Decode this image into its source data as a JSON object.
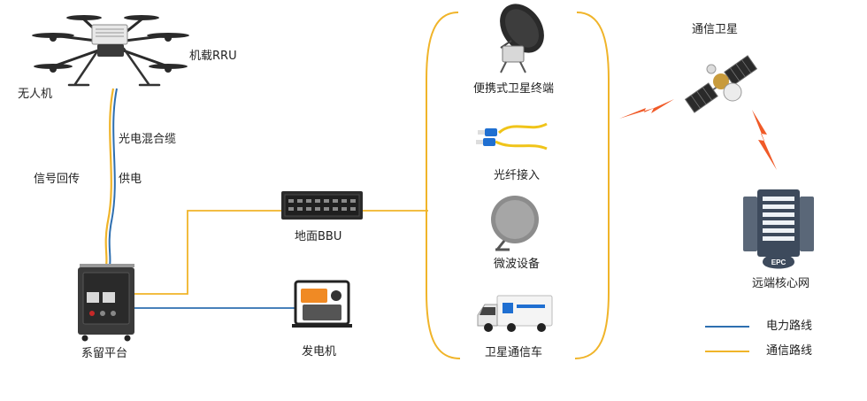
{
  "labels": {
    "drone": "无人机",
    "rru": "机载RRU",
    "cable": "光电混合缆",
    "signal_return": "信号回传",
    "power_supply": "供电",
    "tether_platform": "系留平台",
    "ground_bbu": "地面BBU",
    "generator": "发电机",
    "portable_terminal": "便携式卫星终端",
    "fiber_access": "光纤接入",
    "microwave": "微波设备",
    "satellite_vehicle": "卫星通信车",
    "comm_satellite": "通信卫星",
    "remote_core": "远端核心网",
    "epc": "EPC"
  },
  "legend": {
    "power_line": "电力路线",
    "comm_line": "通信路线"
  },
  "colors": {
    "power": "#2e6fb0",
    "comm": "#f0b429",
    "lightning": "#f05a28",
    "device_dark": "#2a2a2a",
    "server": "#3d4a5c"
  }
}
